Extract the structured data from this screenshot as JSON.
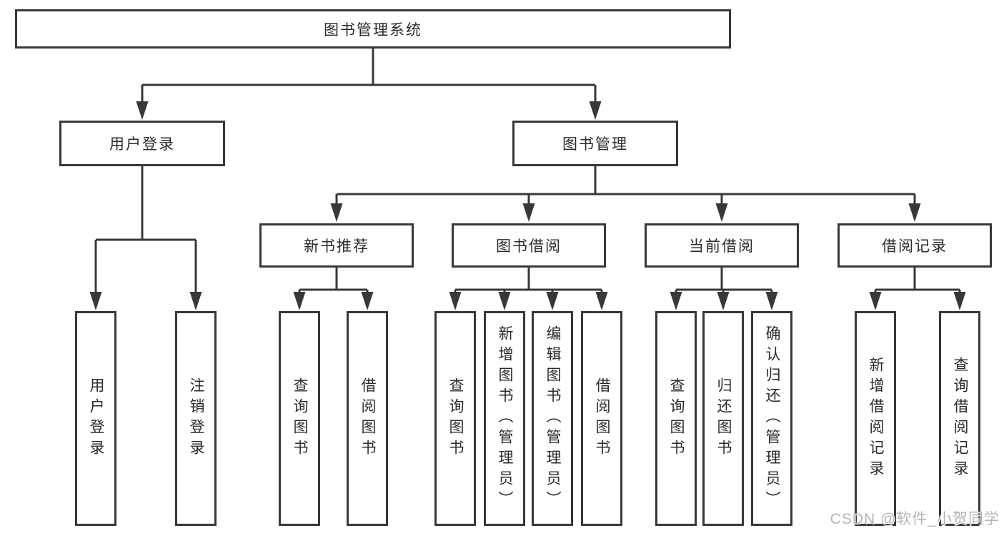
{
  "diagram": {
    "root": {
      "label": "图书管理系统"
    },
    "branches": [
      {
        "label": "用户登录",
        "leaves": [
          {
            "label": "用户登录"
          },
          {
            "label": "注销登录"
          }
        ]
      },
      {
        "label": "图书管理",
        "groups": [
          {
            "label": "新书推荐",
            "leaves": [
              {
                "label": "查询图书"
              },
              {
                "label": "借阅图书"
              }
            ]
          },
          {
            "label": "图书借阅",
            "leaves": [
              {
                "label": "查询图书"
              },
              {
                "label": "新增图书（管理员）"
              },
              {
                "label": "编辑图书（管理员）"
              },
              {
                "label": "借阅图书"
              }
            ]
          },
          {
            "label": "当前借阅",
            "leaves": [
              {
                "label": "查询图书"
              },
              {
                "label": "归还图书"
              },
              {
                "label": "确认归还（管理员）"
              }
            ]
          },
          {
            "label": "借阅记录",
            "leaves": [
              {
                "label": "新增借阅记录"
              },
              {
                "label": "查询借阅记录"
              }
            ]
          }
        ]
      }
    ]
  },
  "watermark": {
    "text": "CSDN @软件_小贺同学"
  },
  "colors": {
    "line": "#383838",
    "text": "#2b2b2b",
    "watermark": "#b5b5b5",
    "background": "#ffffff"
  }
}
